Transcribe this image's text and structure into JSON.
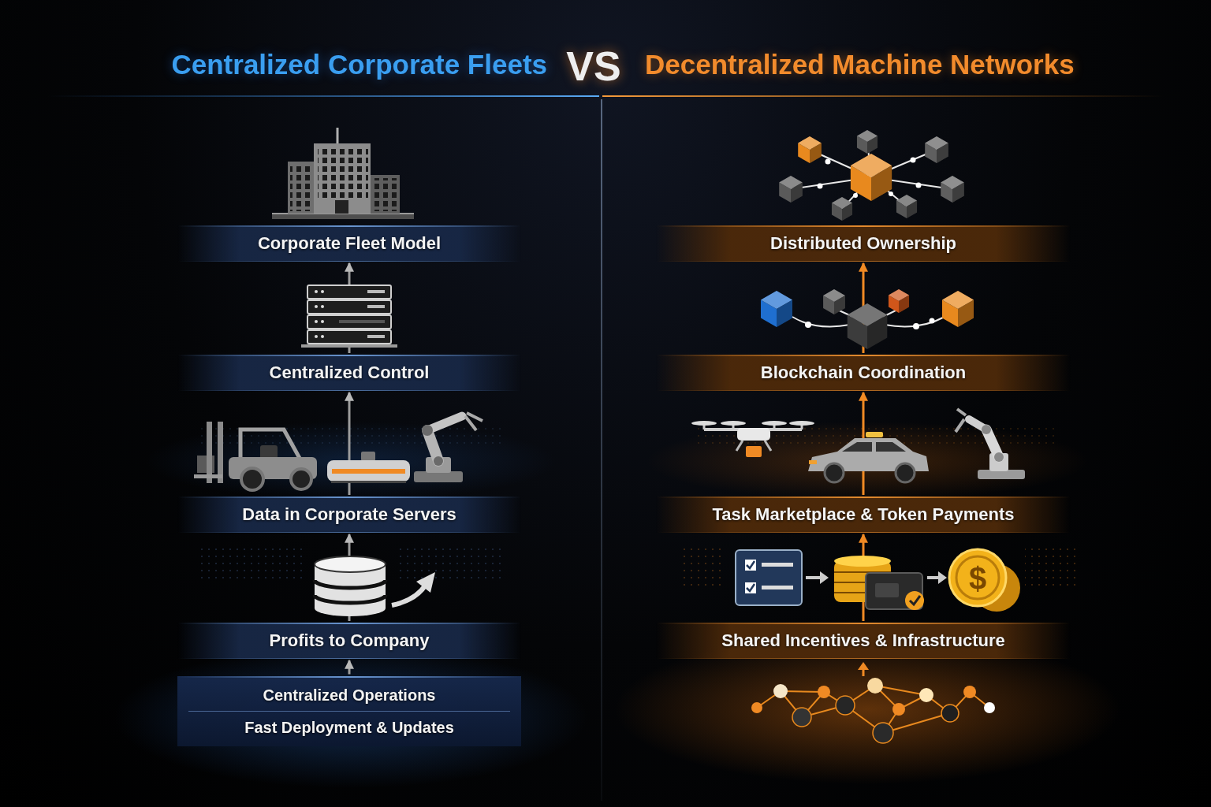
{
  "diagram": {
    "nodes": [
      {
        "text": [
          "Corporate Fleet Model"
        ]
      },
      {
        "text": [
          "Centralized Control"
        ]
      },
      {
        "text": [
          "Data in Corporate Servers"
        ]
      },
      {
        "text": [
          "Profits to Company"
        ]
      },
      {
        "text": [
          "Centralized Operations",
          "Fast Deployment & Updates"
        ]
      },
      {
        "text": [
          "Distributed Ownership"
        ]
      },
      {
        "text": [
          "Blockchain Coordination"
        ]
      },
      {
        "text": [
          "Task Marketplace & Token Payments"
        ]
      },
      {
        "text": [
          "Shared Incentives & Infrastructure"
        ]
      }
    ],
    "edges": [
      {
        "from": 1,
        "to": 0,
        "arrow": "to"
      },
      {
        "from": 2,
        "to": 1,
        "arrow": "to"
      },
      {
        "from": 3,
        "to": 2,
        "arrow": "to"
      },
      {
        "from": 4,
        "to": 3,
        "arrow": "to"
      },
      {
        "from": 6,
        "to": 5,
        "arrow": "to"
      },
      {
        "from": 7,
        "to": 6,
        "arrow": "to"
      },
      {
        "from": 8,
        "to": 7,
        "arrow": "to"
      }
    ],
    "labels": [
      "Centralized Corporate Fleets",
      "VS",
      "Decentralized Machine Networks",
      "$"
    ]
  }
}
